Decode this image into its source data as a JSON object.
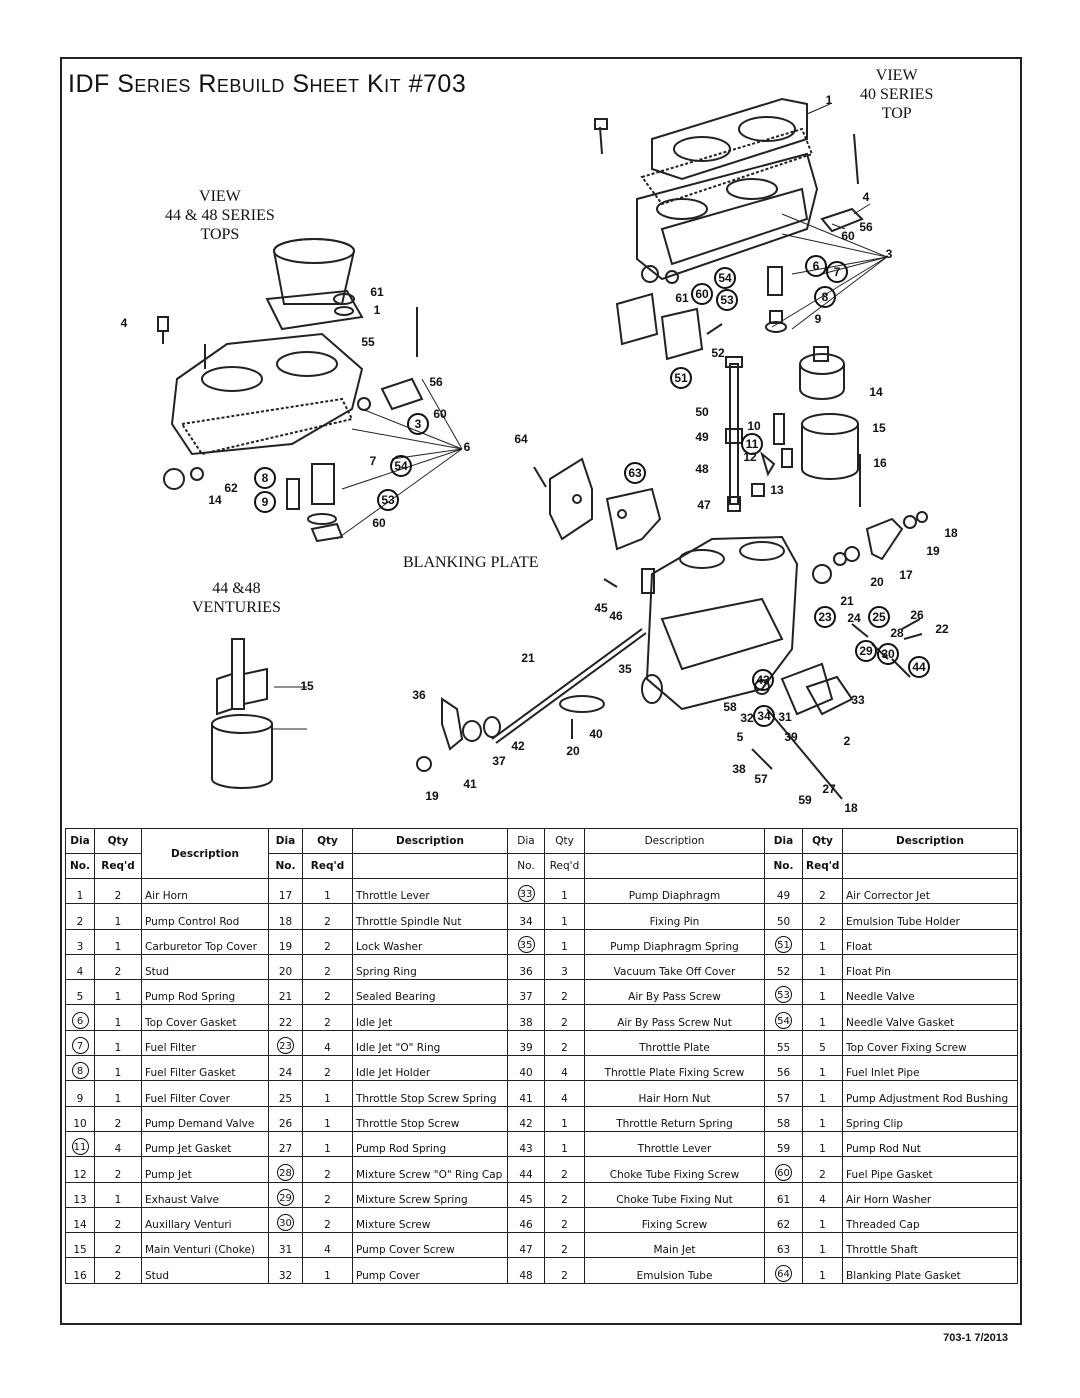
{
  "title": "IDF Series Rebuild Sheet Kit #703",
  "footer": "703-1 7/2013",
  "diagram": {
    "view_40_lines": [
      "VIEW",
      "40  SERIES",
      "TOP"
    ],
    "view_44_lines": [
      "VIEW",
      "44 & 48 SERIES",
      "TOPS"
    ],
    "venturi_lines": [
      "44 &48",
      "VENTURIES"
    ],
    "blanking_plate": "BLANKING PLATE",
    "callouts": [
      {
        "n": "1"
      },
      {
        "n": "4"
      },
      {
        "n": "56"
      },
      {
        "n": "60"
      },
      {
        "n": "3"
      },
      {
        "n": "6"
      },
      {
        "n": "7"
      },
      {
        "n": "54"
      },
      {
        "n": "8"
      },
      {
        "n": "61"
      },
      {
        "n": "60"
      },
      {
        "n": "53"
      },
      {
        "n": "9"
      },
      {
        "n": "52"
      },
      {
        "n": "51"
      },
      {
        "n": "14"
      },
      {
        "n": "50"
      },
      {
        "n": "10"
      },
      {
        "n": "49"
      },
      {
        "n": "11"
      },
      {
        "n": "12"
      },
      {
        "n": "15"
      },
      {
        "n": "48"
      },
      {
        "n": "13"
      },
      {
        "n": "47"
      },
      {
        "n": "16"
      },
      {
        "n": "18"
      },
      {
        "n": "19"
      },
      {
        "n": "17"
      },
      {
        "n": "20"
      },
      {
        "n": "21"
      },
      {
        "n": "23"
      },
      {
        "n": "25"
      },
      {
        "n": "26"
      },
      {
        "n": "22"
      },
      {
        "n": "24"
      },
      {
        "n": "28"
      },
      {
        "n": "29"
      },
      {
        "n": "30"
      },
      {
        "n": "44"
      },
      {
        "n": "45"
      },
      {
        "n": "46"
      },
      {
        "n": "64"
      },
      {
        "n": "63"
      },
      {
        "n": "21"
      },
      {
        "n": "35"
      },
      {
        "n": "43"
      },
      {
        "n": "36"
      },
      {
        "n": "58"
      },
      {
        "n": "31"
      },
      {
        "n": "33"
      },
      {
        "n": "34"
      },
      {
        "n": "32"
      },
      {
        "n": "2"
      },
      {
        "n": "5"
      },
      {
        "n": "39"
      },
      {
        "n": "40"
      },
      {
        "n": "20"
      },
      {
        "n": "42"
      },
      {
        "n": "37"
      },
      {
        "n": "38"
      },
      {
        "n": "57"
      },
      {
        "n": "27"
      },
      {
        "n": "59"
      },
      {
        "n": "18"
      },
      {
        "n": "19"
      },
      {
        "n": "41"
      },
      {
        "n": "61"
      },
      {
        "n": "1"
      },
      {
        "n": "55"
      },
      {
        "n": "4"
      },
      {
        "n": "56"
      },
      {
        "n": "60"
      },
      {
        "n": "3"
      },
      {
        "n": "6"
      },
      {
        "n": "7"
      },
      {
        "n": "54"
      },
      {
        "n": "8"
      },
      {
        "n": "53"
      },
      {
        "n": "9"
      },
      {
        "n": "60"
      },
      {
        "n": "62"
      },
      {
        "n": "14"
      },
      {
        "n": "15"
      }
    ]
  },
  "table": {
    "headers": {
      "dia": "Dia",
      "no": "No.",
      "qty": "Qty",
      "reqd": "Req'd",
      "desc": "Description"
    },
    "rows": [
      [
        {
          "no": "1",
          "q": "2",
          "d": "Air Horn"
        },
        {
          "no": "17",
          "q": "1",
          "d": "Throttle Lever"
        },
        {
          "no": "33",
          "c": true,
          "q": "1",
          "d": "Pump Diaphragm"
        },
        {
          "no": "49",
          "q": "2",
          "d": "Air Corrector Jet"
        }
      ],
      [
        {
          "no": "2",
          "q": "1",
          "d": "Pump Control Rod"
        },
        {
          "no": "18",
          "q": "2",
          "d": "Throttle Spindle Nut"
        },
        {
          "no": "34",
          "q": "1",
          "d": "Fixing Pin"
        },
        {
          "no": "50",
          "q": "2",
          "d": "Emulsion Tube Holder"
        }
      ],
      [
        {
          "no": "3",
          "q": "1",
          "d": "Carburetor Top Cover"
        },
        {
          "no": "19",
          "q": "2",
          "d": "Lock Washer"
        },
        {
          "no": "35",
          "c": true,
          "q": "1",
          "d": "Pump Diaphragm Spring"
        },
        {
          "no": "51",
          "c": true,
          "q": "1",
          "d": "Float"
        }
      ],
      [
        {
          "no": "4",
          "q": "2",
          "d": "Stud"
        },
        {
          "no": "20",
          "q": "2",
          "d": "Spring Ring"
        },
        {
          "no": "36",
          "q": "3",
          "d": "Vacuum Take Off Cover"
        },
        {
          "no": "52",
          "q": "1",
          "d": "Float Pin"
        }
      ],
      [
        {
          "no": "5",
          "q": "1",
          "d": "Pump Rod Spring"
        },
        {
          "no": "21",
          "q": "2",
          "d": "Sealed Bearing"
        },
        {
          "no": "37",
          "q": "2",
          "d": "Air By Pass Screw"
        },
        {
          "no": "53",
          "c": true,
          "q": "1",
          "d": "Needle Valve"
        }
      ],
      [
        {
          "no": "6",
          "c": true,
          "q": "1",
          "d": "Top Cover Gasket"
        },
        {
          "no": "22",
          "q": "2",
          "d": "Idle Jet"
        },
        {
          "no": "38",
          "q": "2",
          "d": "Air By Pass Screw Nut"
        },
        {
          "no": "54",
          "c": true,
          "q": "1",
          "d": "Needle Valve Gasket"
        }
      ],
      [
        {
          "no": "7",
          "c": true,
          "q": "1",
          "d": "Fuel Filter"
        },
        {
          "no": "23",
          "c": true,
          "q": "4",
          "d": "Idle Jet \"O\" Ring"
        },
        {
          "no": "39",
          "q": "2",
          "d": "Throttle Plate"
        },
        {
          "no": "55",
          "q": "5",
          "d": "Top Cover Fixing Screw"
        }
      ],
      [
        {
          "no": "8",
          "c": true,
          "q": "1",
          "d": "Fuel Filter Gasket"
        },
        {
          "no": "24",
          "q": "2",
          "d": "Idle Jet Holder"
        },
        {
          "no": "40",
          "q": "4",
          "d": "Throttle Plate Fixing Screw"
        },
        {
          "no": "56",
          "q": "1",
          "d": "Fuel Inlet Pipe"
        }
      ],
      [
        {
          "no": "9",
          "q": "1",
          "d": "Fuel Filter Cover"
        },
        {
          "no": "25",
          "q": "1",
          "d": "Throttle Stop Screw Spring"
        },
        {
          "no": "41",
          "q": "4",
          "d": "Hair Horn Nut"
        },
        {
          "no": "57",
          "q": "1",
          "d": "Pump Adjustment Rod Bushing"
        }
      ],
      [
        {
          "no": "10",
          "q": "2",
          "d": "Pump Demand Valve"
        },
        {
          "no": "26",
          "q": "1",
          "d": "Throttle Stop Screw"
        },
        {
          "no": "42",
          "q": "1",
          "d": "Throttle Return Spring"
        },
        {
          "no": "58",
          "q": "1",
          "d": "Spring Clip"
        }
      ],
      [
        {
          "no": "11",
          "c": true,
          "q": "4",
          "d": "Pump Jet Gasket"
        },
        {
          "no": "27",
          "q": "1",
          "d": "Pump Rod Spring"
        },
        {
          "no": "43",
          "q": "1",
          "d": "Throttle Lever"
        },
        {
          "no": "59",
          "q": "1",
          "d": "Pump Rod Nut"
        }
      ],
      [
        {
          "no": "12",
          "q": "2",
          "d": "Pump Jet"
        },
        {
          "no": "28",
          "c": true,
          "q": "2",
          "d": "Mixture Screw \"O\" Ring Cap"
        },
        {
          "no": "44",
          "q": "2",
          "d": "Choke Tube Fixing Screw"
        },
        {
          "no": "60",
          "c": true,
          "q": "2",
          "d": "Fuel Pipe Gasket"
        }
      ],
      [
        {
          "no": "13",
          "q": "1",
          "d": "Exhaust Valve"
        },
        {
          "no": "29",
          "c": true,
          "q": "2",
          "d": "Mixture Screw Spring"
        },
        {
          "no": "45",
          "q": "2",
          "d": "Choke Tube Fixing  Nut"
        },
        {
          "no": "61",
          "q": "4",
          "d": "Air Horn Washer"
        }
      ],
      [
        {
          "no": "14",
          "q": "2",
          "d": "Auxillary Venturi"
        },
        {
          "no": "30",
          "c": true,
          "q": "2",
          "d": "Mixture Screw"
        },
        {
          "no": "46",
          "q": "2",
          "d": "Fixing Screw"
        },
        {
          "no": "62",
          "q": "1",
          "d": "Threaded Cap"
        }
      ],
      [
        {
          "no": "15",
          "q": "2",
          "d": "Main Venturi (Choke)"
        },
        {
          "no": "31",
          "q": "4",
          "d": "Pump Cover Screw"
        },
        {
          "no": "47",
          "q": "2",
          "d": "Main Jet"
        },
        {
          "no": "63",
          "q": "1",
          "d": "Throttle Shaft"
        }
      ],
      [
        {
          "no": "16",
          "q": "2",
          "d": "Stud"
        },
        {
          "no": "32",
          "q": "1",
          "d": "Pump Cover"
        },
        {
          "no": "48",
          "q": "2",
          "d": "Emulsion Tube"
        },
        {
          "no": "64",
          "c": true,
          "q": "1",
          "d": "Blanking Plate Gasket"
        }
      ]
    ]
  }
}
